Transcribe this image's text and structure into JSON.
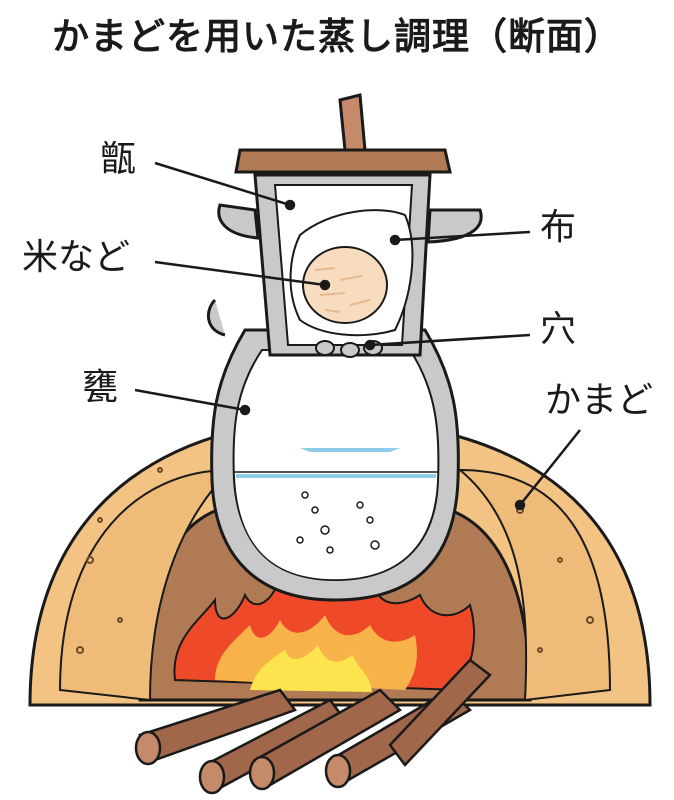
{
  "title": "かまどを用いた蒸し調理（断面）",
  "labels": {
    "koshiki": "甑",
    "rice": "米など",
    "kame": "甕",
    "cloth": "布",
    "hole": "穴",
    "kamado": "かまど"
  }
}
